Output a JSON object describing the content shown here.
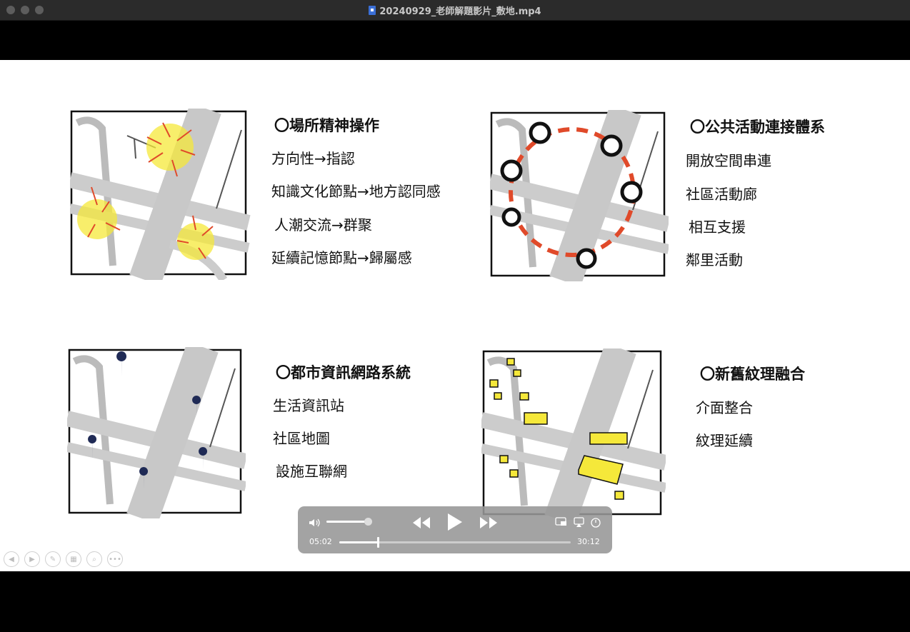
{
  "window": {
    "title": "20240929_老師解題影片_敷地.mp4"
  },
  "slide": {
    "panels": [
      {
        "heading": "〇場所精神操作",
        "lines": [
          "方向性→指認",
          "知識文化節點→地方認同感",
          "人潮交流→群聚",
          "延續記憶節點→歸屬感"
        ]
      },
      {
        "heading": "〇公共活動連接體系",
        "lines": [
          "開放空間串連",
          "社區活動廊",
          "相互支援",
          "鄰里活動"
        ]
      },
      {
        "heading": "〇都市資訊網路系統",
        "lines": [
          "生活資訊站",
          "社區地圖",
          "設施互聯網"
        ]
      },
      {
        "heading": "〇新舊紋理融合",
        "lines": [
          "介面整合",
          "紋理延續"
        ]
      }
    ]
  },
  "player": {
    "current_time": "05:02",
    "duration": "30:12",
    "progress": 0.167,
    "volume": 0.9
  },
  "colors": {
    "accent_red": "#e04a2a",
    "marker_yellow": "#f5e83a",
    "pin_navy": "#1f2a55"
  }
}
